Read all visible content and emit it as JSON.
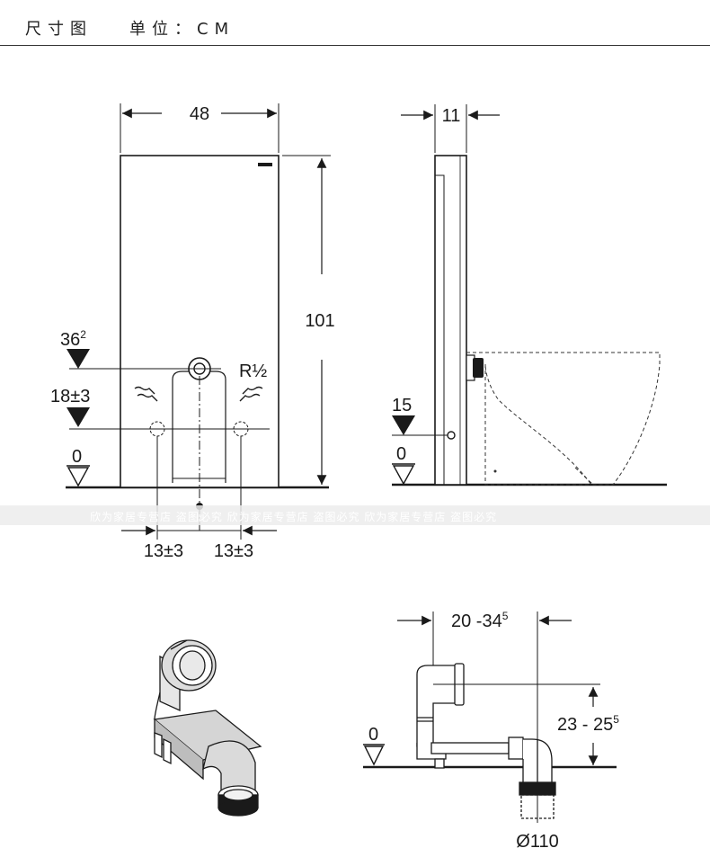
{
  "header": {
    "title": "尺寸图",
    "unit": "单位：CM"
  },
  "watermark": "欣为家居专营店 盗图必究  欣为家居专营店 盗图必究  欣为家居专营店 盗图必究",
  "front_view": {
    "width": "48",
    "height": "101",
    "supply_height": "36",
    "supply_height_sup": "2",
    "connection": "R½",
    "flush_height": "18±3",
    "floor": "0",
    "offset_left": "13±3",
    "offset_right": "13±3"
  },
  "side_view": {
    "depth": "11",
    "pipe_height": "15",
    "floor": "0"
  },
  "drain_side": {
    "distance": "20 -34",
    "distance_sup": "5",
    "height": "23 - 25",
    "height_sup": "5",
    "floor": "0",
    "diameter": "Ø110"
  },
  "colors": {
    "line": "#1a1a1a",
    "dashed": "#333333",
    "watermark_band": "#ececec"
  }
}
